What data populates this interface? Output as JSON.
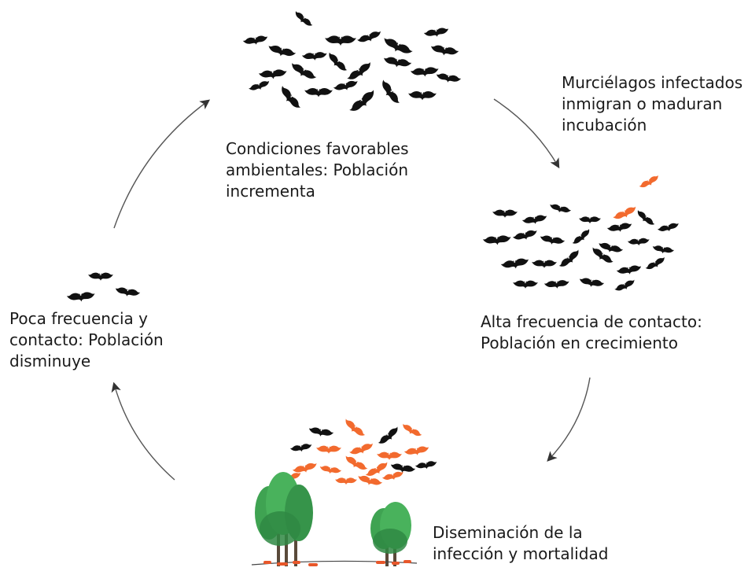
{
  "colors": {
    "healthy": "#111111",
    "infected": "#f26a2e",
    "arrow": "#555555",
    "tree": "#3a9a4e",
    "ground": "#e8572a"
  },
  "stages": {
    "top": {
      "lines": [
        "Condiciones favorables",
        "ambientales: Población",
        "incrementa"
      ]
    },
    "right_top": {
      "lines": [
        "Murciélagos infectados",
        "inmigran o maduran",
        "incubación"
      ]
    },
    "right": {
      "lines": [
        "Alta frecuencia de contacto:",
        "Población en crecimiento"
      ]
    },
    "bottom": {
      "lines": [
        "Diseminación de la",
        "infección y mortalidad"
      ]
    },
    "left": {
      "lines": [
        "Poca frecuencia y",
        "contacto: Población",
        "disminuye"
      ]
    }
  }
}
